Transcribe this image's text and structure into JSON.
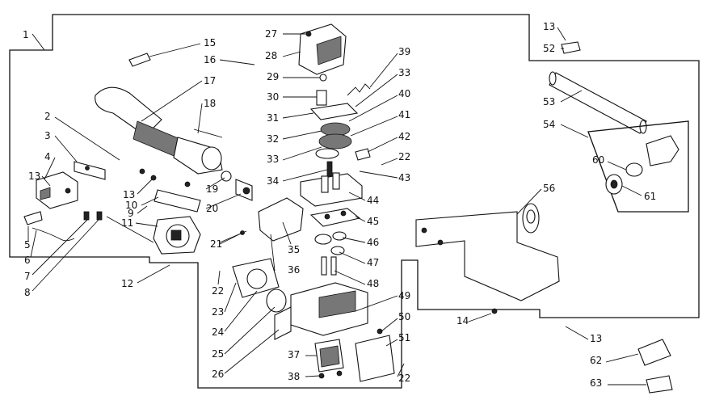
{
  "diagram": {
    "callouts": [
      {
        "id": "c1",
        "text": "1"
      },
      {
        "id": "c2",
        "text": "2"
      },
      {
        "id": "c3",
        "text": "3"
      },
      {
        "id": "c4",
        "text": "4"
      },
      {
        "id": "c13a",
        "text": "13"
      },
      {
        "id": "c5",
        "text": "5"
      },
      {
        "id": "c6",
        "text": "6"
      },
      {
        "id": "c7",
        "text": "7"
      },
      {
        "id": "c8",
        "text": "8"
      },
      {
        "id": "c9",
        "text": "9"
      },
      {
        "id": "c10",
        "text": "10"
      },
      {
        "id": "c11",
        "text": "11"
      },
      {
        "id": "c12",
        "text": "12"
      },
      {
        "id": "c13b",
        "text": "13"
      },
      {
        "id": "c15",
        "text": "15"
      },
      {
        "id": "c16",
        "text": "16"
      },
      {
        "id": "c17",
        "text": "17"
      },
      {
        "id": "c18",
        "text": "18"
      },
      {
        "id": "c19",
        "text": "19"
      },
      {
        "id": "c20",
        "text": "20"
      },
      {
        "id": "c21",
        "text": "21"
      },
      {
        "id": "c22a",
        "text": "22"
      },
      {
        "id": "c23",
        "text": "23"
      },
      {
        "id": "c24",
        "text": "24"
      },
      {
        "id": "c25",
        "text": "25"
      },
      {
        "id": "c26",
        "text": "26"
      },
      {
        "id": "c27",
        "text": "27"
      },
      {
        "id": "c28",
        "text": "28"
      },
      {
        "id": "c29",
        "text": "29"
      },
      {
        "id": "c30",
        "text": "30"
      },
      {
        "id": "c31",
        "text": "31"
      },
      {
        "id": "c32",
        "text": "32"
      },
      {
        "id": "c33a",
        "text": "33"
      },
      {
        "id": "c34",
        "text": "34"
      },
      {
        "id": "c35",
        "text": "35"
      },
      {
        "id": "c36",
        "text": "36"
      },
      {
        "id": "c37",
        "text": "37"
      },
      {
        "id": "c38",
        "text": "38"
      },
      {
        "id": "c39",
        "text": "39"
      },
      {
        "id": "c33b",
        "text": "33"
      },
      {
        "id": "c40",
        "text": "40"
      },
      {
        "id": "c41",
        "text": "41"
      },
      {
        "id": "c42",
        "text": "42"
      },
      {
        "id": "c22b",
        "text": "22"
      },
      {
        "id": "c43",
        "text": "43"
      },
      {
        "id": "c44",
        "text": "44"
      },
      {
        "id": "c45",
        "text": "45"
      },
      {
        "id": "c46",
        "text": "46"
      },
      {
        "id": "c47",
        "text": "47"
      },
      {
        "id": "c48",
        "text": "48"
      },
      {
        "id": "c49",
        "text": "49"
      },
      {
        "id": "c50",
        "text": "50"
      },
      {
        "id": "c51",
        "text": "51"
      },
      {
        "id": "c22c",
        "text": "22"
      },
      {
        "id": "c13c",
        "text": "13"
      },
      {
        "id": "c52",
        "text": "52"
      },
      {
        "id": "c53",
        "text": "53"
      },
      {
        "id": "c54",
        "text": "54"
      },
      {
        "id": "c56",
        "text": "56"
      },
      {
        "id": "c60",
        "text": "60"
      },
      {
        "id": "c61",
        "text": "61"
      },
      {
        "id": "c14",
        "text": "14"
      },
      {
        "id": "c13d",
        "text": "13"
      },
      {
        "id": "c62",
        "text": "62"
      },
      {
        "id": "c63",
        "text": "63"
      }
    ]
  }
}
